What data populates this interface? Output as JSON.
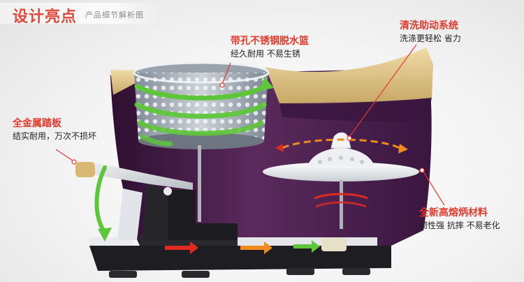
{
  "header": {
    "title": "设计亮点",
    "subtitle": "产品细节解析图"
  },
  "callouts": {
    "basket": {
      "title": "带孔不锈钢脱水篮",
      "desc": "经久耐用 不易生锈"
    },
    "washer": {
      "title": "清洗助动系统",
      "desc": "洗涤更轻松 省力"
    },
    "pedal": {
      "title": "全金属踏板",
      "desc": "结实耐用，万次不损坏"
    },
    "material": {
      "title": "全新高熔炳材料",
      "desc": "韧性强 抗摔 不易老化"
    }
  },
  "colors": {
    "accent_red": "#e23a2d",
    "bucket_purple": "#4b1f4e",
    "bucket_rim": "#d9c08a",
    "arrow_green": "#5ec63a",
    "arrow_orange": "#f08a1c",
    "arrow_red": "#e02a20"
  },
  "icons": [
    "spin-arrow-green",
    "rotate-arrow-orange",
    "motion-arrow-red",
    "motion-arrow-orange",
    "motion-arrow-green"
  ]
}
